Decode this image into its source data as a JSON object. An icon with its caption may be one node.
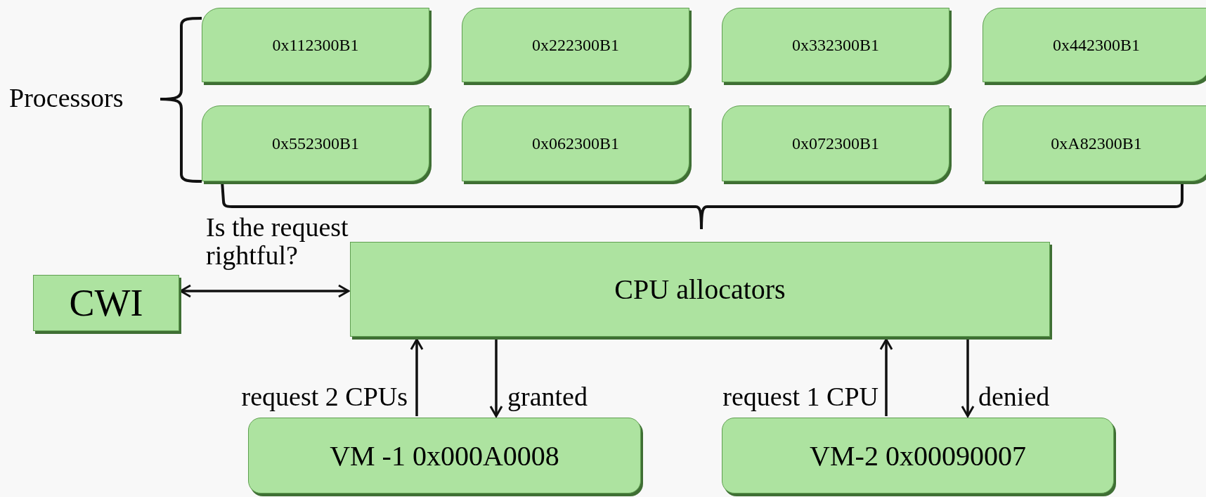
{
  "diagram": {
    "nodes": [
      {
        "text": [
          "0x112300B1"
        ]
      },
      {
        "text": [
          "0x222300B1"
        ]
      },
      {
        "text": [
          "0x332300B1"
        ]
      },
      {
        "text": [
          "0x442300B1"
        ]
      },
      {
        "text": [
          "0x552300B1"
        ]
      },
      {
        "text": [
          "0x062300B1"
        ]
      },
      {
        "text": [
          "0x072300B1"
        ]
      },
      {
        "text": [
          "0xA82300B1"
        ]
      },
      {
        "text": [
          "CWI"
        ]
      },
      {
        "text": [
          "CPU allocators"
        ]
      },
      {
        "text": [
          "VM -1  0x000A0008"
        ]
      },
      {
        "text": [
          "VM-2 0x00090007"
        ]
      }
    ],
    "edges": [
      {
        "from": 8,
        "to": 9,
        "arrow": "both",
        "label": "Is the request rightful?"
      },
      {
        "from": 10,
        "to": 9,
        "arrow": "to",
        "label": "request 2 CPUs"
      },
      {
        "from": 9,
        "to": 10,
        "arrow": "to",
        "label": "granted"
      },
      {
        "from": 11,
        "to": 9,
        "arrow": "to",
        "label": "request 1 CPU"
      },
      {
        "from": 9,
        "to": 11,
        "arrow": "to",
        "label": "denied"
      }
    ],
    "labels": [
      "Processors"
    ]
  }
}
